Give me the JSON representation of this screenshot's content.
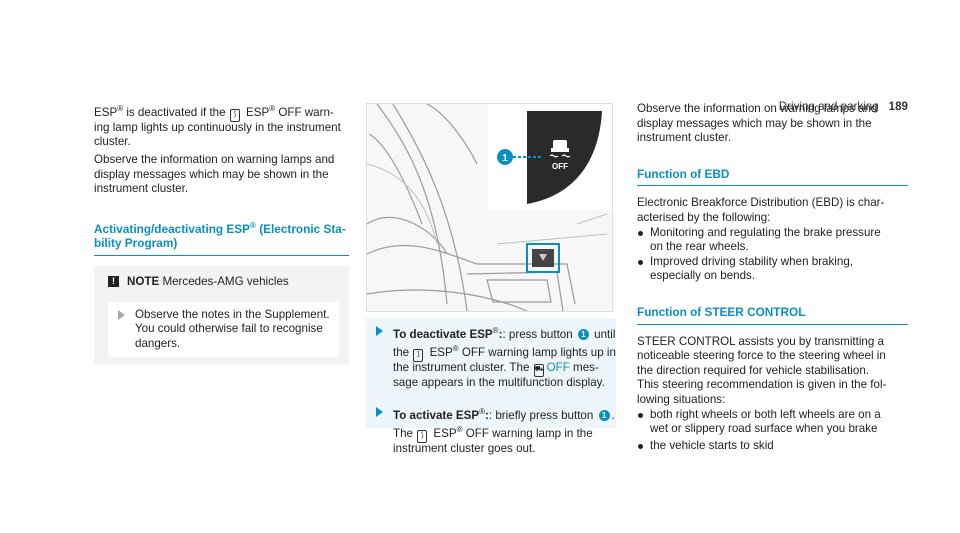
{
  "header": {
    "section": "Driving and parking",
    "page": "189"
  },
  "col1": {
    "para1_a": "ESP",
    "para1_b": " is deactivated if the ",
    "para1_c": " ESP",
    "para1_d": " OFF warn-",
    "para1_line2": "ing lamp lights up continuously in the instrument",
    "para1_line3": "cluster.",
    "para2_line1": "Observe the information on warning lamps and",
    "para2_line2": "display messages which may be shown in the",
    "para2_line3": "instrument cluster.",
    "heading_line1_a": "Activating/deactivating ESP",
    "heading_line1_b": " (Electronic Sta-",
    "heading_line2": "bility Program)",
    "note_label": "NOTE",
    "note_text": " Mercedes-AMG vehicles",
    "note_step_line1": "Observe the notes in the Supplement.",
    "note_step_line2": "You could otherwise fail to recognise",
    "note_step_line3": "dangers."
  },
  "figure": {
    "callout": "1",
    "button_label": "OFF"
  },
  "col2": {
    "step1_bold": "To deactivate ESP",
    "step1_a": ": press button ",
    "step1_badge": "1",
    "step1_b": " until",
    "step1_line2_a": "the ",
    "step1_line2_b": " ESP",
    "step1_line2_c": " OFF warning lamp lights up in",
    "step1_line3_a": "the instrument cluster. The ",
    "step1_line3_off": "OFF",
    "step1_line3_b": " mes-",
    "step1_line4": "sage appears in the multifunction display.",
    "step2_bold": "To activate ESP",
    "step2_a": ": briefly press button ",
    "step2_badge": "1",
    "step2_b": ".",
    "step2_line2_a": "The ",
    "step2_line2_b": " ESP",
    "step2_line2_c": " OFF warning lamp in the",
    "step2_line3": "instrument cluster goes out."
  },
  "col3": {
    "para_line1": "Observe the information on warning lamps and",
    "para_line2": "display messages which may be shown in the",
    "para_line3": "instrument cluster.",
    "ebd_heading": "Function of EBD",
    "ebd_line1": "Electronic Breakforce Distribution (EBD) is char-",
    "ebd_line2": "acterised by the following:",
    "ebd_bullets": [
      [
        "Monitoring and regulating the brake pressure",
        "on the rear wheels."
      ],
      [
        "Improved driving stability when braking,",
        "especially on bends."
      ]
    ],
    "steer_heading": "Function of STEER CONTROL",
    "steer_lines": [
      "STEER CONTROL assists you by transmitting a",
      "noticeable steering force to the steering wheel in",
      "the direction required for vehicle stabilisation.",
      "This steering recommendation is given in the fol-",
      "lowing situations:"
    ],
    "steer_bullets": [
      [
        "both right wheels or both left wheels are on a",
        "wet or slippery road surface when you brake"
      ],
      [
        "the vehicle starts to skid"
      ]
    ]
  },
  "reg": "®",
  "colors": {
    "accent": "#0a8fc4",
    "noteBg": "#f3f3f3"
  }
}
